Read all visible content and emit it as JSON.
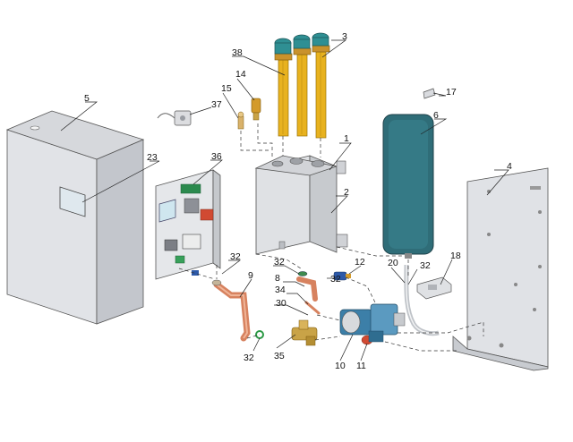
{
  "callouts": {
    "c1": "1",
    "c2": "2",
    "c3": "3",
    "c4": "4",
    "c5": "5",
    "c6": "6",
    "c8": "8",
    "c9": "9",
    "c10": "10",
    "c11": "11",
    "c12": "12",
    "c14": "14",
    "c15": "15",
    "c17": "17",
    "c18": "18",
    "c20": "20",
    "c23": "23",
    "c30": "30",
    "c32a": "32",
    "c32b": "32",
    "c32c": "32",
    "c32d": "32",
    "c32e": "32",
    "c34": "34",
    "c35": "35",
    "c36": "36",
    "c37": "37",
    "c38": "38"
  },
  "colors": {
    "panel": "#e4e6ea",
    "panel_side": "#b9bcc3",
    "heater_body": "#e8b21f",
    "heater_cap": "#2f8f93",
    "expansion_vessel": "#2f6d78",
    "pipe_copper": "#d7825f",
    "pump": "#3c7fa8",
    "brass": "#c9a347",
    "screen": "#cfe6ef"
  }
}
